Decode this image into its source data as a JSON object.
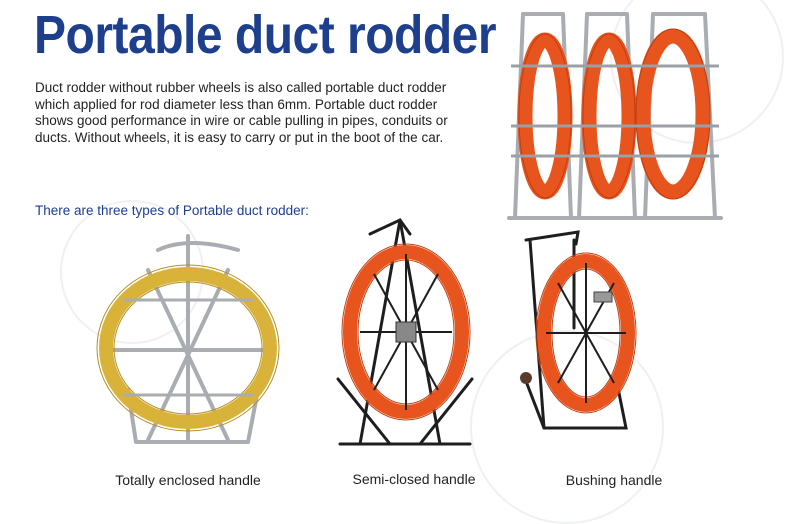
{
  "title": "Portable duct rodder",
  "description": "Duct rodder without rubber wheels is also called portable duct rodder which applied for rod diameter less than 6mm. Portable duct rodder shows good performance in wire or cable pulling in pipes, conduits or ducts. Without wheels, it is easy to carry or put in the boot of the car.",
  "types_heading": "There are three types of Portable duct rodder:",
  "products": [
    {
      "caption": "Totally enclosed handle",
      "rod_color": "#d9b23a"
    },
    {
      "caption": "Semi-closed handle",
      "rod_color": "#e8541e"
    },
    {
      "caption": "Bushing handle",
      "rod_color": "#e8541e"
    }
  ],
  "colors": {
    "title": "#1d3f8c",
    "frame_steel": "#a9adb2",
    "frame_black": "#1e1e1e"
  }
}
